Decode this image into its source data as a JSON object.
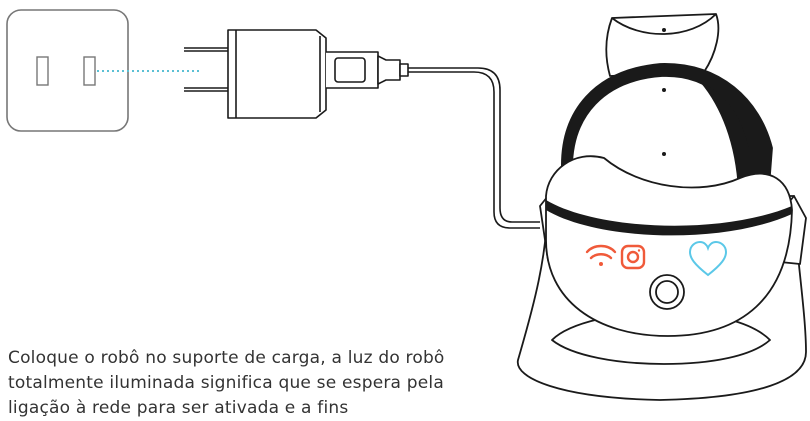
{
  "instruction": {
    "lines": [
      "Coloque o robô no suporte de carga, a luz do robô",
      "totalmente iluminada significa que se espera pela",
      "ligação à rede para ser ativada e a fins"
    ]
  },
  "icons": {
    "outlet": "wall-outlet-icon",
    "adapter": "power-adapter-icon",
    "wifi": "wifi-icon",
    "camera": "camera-icon",
    "heart": "heart-icon",
    "button": "power-button-icon"
  },
  "colors": {
    "stroke": "#1a1a1a",
    "outlet_stroke": "#777777",
    "dotted_line": "#5bc0d4",
    "wifi": "#f05a3a",
    "camera": "#f05a3a",
    "heart": "#5bc8e8",
    "text": "#333333"
  }
}
